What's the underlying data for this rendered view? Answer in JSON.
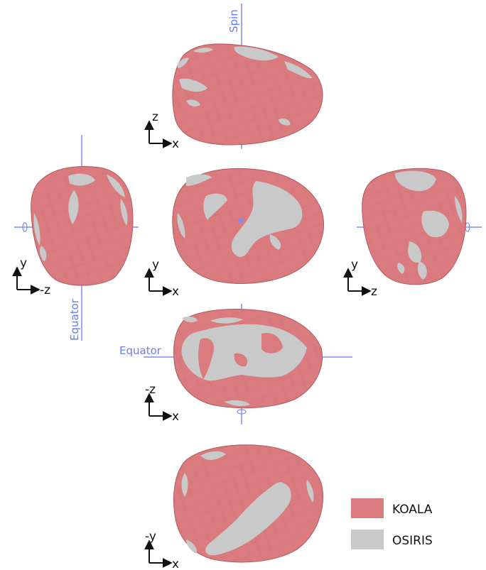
{
  "colors": {
    "koala": "#d97b7f",
    "koala_edge": "#b5565c",
    "osiris": "#c9c9c9",
    "guide": "#7f8df2",
    "axes": "#111111"
  },
  "guides": {
    "spin": "Spin",
    "equator_left": "Equator",
    "equator_bottom": "Equator"
  },
  "views": [
    {
      "id": "top",
      "axis_v": "z",
      "axis_h": "x"
    },
    {
      "id": "left",
      "axis_v": "y",
      "axis_h": "-z"
    },
    {
      "id": "center",
      "axis_v": "y",
      "axis_h": "x"
    },
    {
      "id": "right",
      "axis_v": "y",
      "axis_h": "z"
    },
    {
      "id": "lower",
      "axis_v": "-z",
      "axis_h": "x"
    },
    {
      "id": "bottom",
      "axis_v": "-y",
      "axis_h": "x"
    }
  ],
  "legend": {
    "koala": "KOALA",
    "osiris": "OSIRIS"
  }
}
